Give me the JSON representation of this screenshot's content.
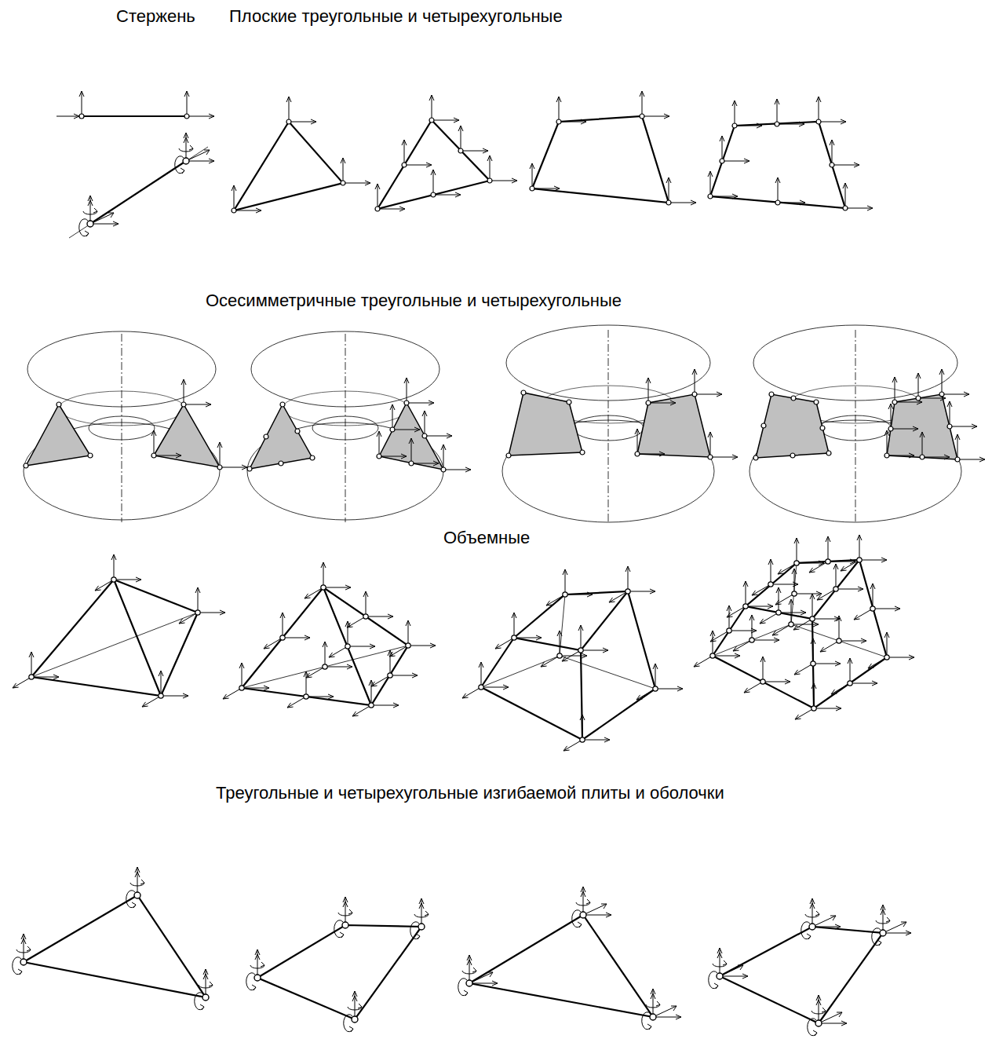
{
  "diagram": {
    "labels": [
      "Стержень",
      "Плоские треугольные и четырехугольные",
      "Осесимметричные треугольные и четырехугольные",
      "Объемные",
      "Треугольные и четырехугольные изгибаемой плиты и оболочки"
    ]
  }
}
